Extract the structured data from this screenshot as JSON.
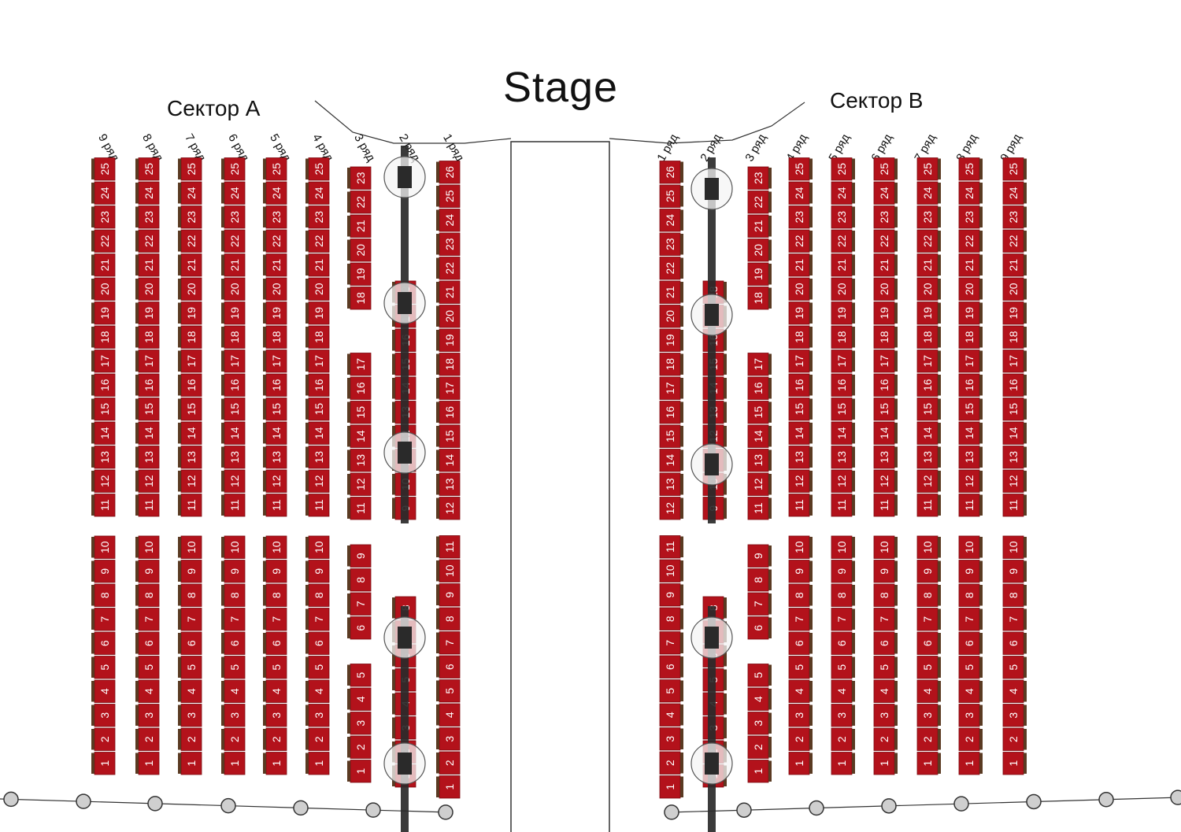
{
  "stage": {
    "label": "Stage"
  },
  "sector_a": {
    "label": "Сектор А",
    "rows": [
      {
        "label": "9 ряд",
        "upper": [
          11,
          12,
          13,
          14,
          15,
          16,
          17,
          18,
          19,
          20,
          21,
          22,
          23,
          24,
          25
        ],
        "lower": [
          1,
          2,
          3,
          4,
          5,
          6,
          7,
          8,
          9,
          10
        ]
      },
      {
        "label": "8 ряд",
        "upper": [
          11,
          12,
          13,
          14,
          15,
          16,
          17,
          18,
          19,
          20,
          21,
          22,
          23,
          24,
          25
        ],
        "lower": [
          1,
          2,
          3,
          4,
          5,
          6,
          7,
          8,
          9,
          10
        ]
      },
      {
        "label": "7 ряд",
        "upper": [
          11,
          12,
          13,
          14,
          15,
          16,
          17,
          18,
          19,
          20,
          21,
          22,
          23,
          24,
          25
        ],
        "lower": [
          1,
          2,
          3,
          4,
          5,
          6,
          7,
          8,
          9,
          10
        ]
      },
      {
        "label": "6 ряд",
        "upper": [
          11,
          12,
          13,
          14,
          15,
          16,
          17,
          18,
          19,
          20,
          21,
          22,
          23,
          24,
          25
        ],
        "lower": [
          1,
          2,
          3,
          4,
          5,
          6,
          7,
          8,
          9,
          10
        ]
      },
      {
        "label": "5 ряд",
        "upper": [
          11,
          12,
          13,
          14,
          15,
          16,
          17,
          18,
          19,
          20,
          21,
          22,
          23,
          24,
          25
        ],
        "lower": [
          1,
          2,
          3,
          4,
          5,
          6,
          7,
          8,
          9,
          10
        ]
      },
      {
        "label": "4 ряд",
        "upper": [
          11,
          12,
          13,
          14,
          15,
          16,
          17,
          18,
          19,
          20,
          21,
          22,
          23,
          24,
          25
        ],
        "lower": [
          1,
          2,
          3,
          4,
          5,
          6,
          7,
          8,
          9,
          10
        ]
      },
      {
        "label": "3 ряд",
        "upper": [
          18,
          19,
          20,
          21,
          22,
          23
        ],
        "middle": [
          11,
          12,
          13,
          14,
          15,
          16,
          17
        ],
        "lower_upper": [
          6,
          7,
          8,
          9
        ],
        "lower": [
          1,
          2,
          3,
          4,
          5
        ]
      },
      {
        "label": "2 ряд",
        "upper": [
          9,
          10,
          11,
          12,
          13,
          14,
          15,
          16,
          17,
          18
        ],
        "lower": [
          1,
          2,
          3,
          4,
          5,
          6,
          7,
          8
        ]
      },
      {
        "label": "1 ряд",
        "upper": [
          12,
          13,
          14,
          15,
          16,
          17,
          18,
          19,
          20,
          21,
          22,
          23,
          24,
          25,
          26
        ],
        "lower": [
          1,
          2,
          3,
          4,
          5,
          6,
          7,
          8,
          9,
          10,
          11
        ]
      }
    ]
  },
  "sector_b": {
    "label": "Сектор В",
    "rows": [
      {
        "label": "1 ряд",
        "upper": [
          12,
          13,
          14,
          15,
          16,
          17,
          18,
          19,
          20,
          21,
          22,
          23,
          24,
          25,
          26
        ],
        "lower": [
          1,
          2,
          3,
          4,
          5,
          6,
          7,
          8,
          9,
          10,
          11
        ]
      },
      {
        "label": "2 ряд",
        "upper": [
          9,
          10,
          11,
          12,
          13,
          14,
          15,
          16,
          17,
          18
        ],
        "lower": [
          1,
          2,
          3,
          4,
          5,
          6,
          7,
          8
        ]
      },
      {
        "label": "3 ряд",
        "upper": [
          18,
          19,
          20,
          21,
          22,
          23
        ],
        "middle": [
          11,
          12,
          13,
          14,
          15,
          16,
          17
        ],
        "lower_upper": [
          6,
          7,
          8,
          9
        ],
        "lower": [
          1,
          2,
          3,
          4,
          5
        ]
      },
      {
        "label": "4 ряд",
        "upper": [
          11,
          12,
          13,
          14,
          15,
          16,
          17,
          18,
          19,
          20,
          21,
          22,
          23,
          24,
          25
        ],
        "lower": [
          1,
          2,
          3,
          4,
          5,
          6,
          7,
          8,
          9,
          10
        ]
      },
      {
        "label": "5 ряд",
        "upper": [
          11,
          12,
          13,
          14,
          15,
          16,
          17,
          18,
          19,
          20,
          21,
          22,
          23,
          24,
          25
        ],
        "lower": [
          1,
          2,
          3,
          4,
          5,
          6,
          7,
          8,
          9,
          10
        ]
      },
      {
        "label": "6 ряд",
        "upper": [
          11,
          12,
          13,
          14,
          15,
          16,
          17,
          18,
          19,
          20,
          21,
          22,
          23,
          24,
          25
        ],
        "lower": [
          1,
          2,
          3,
          4,
          5,
          6,
          7,
          8,
          9,
          10
        ]
      },
      {
        "label": "7 ряд",
        "upper": [
          11,
          12,
          13,
          14,
          15,
          16,
          17,
          18,
          19,
          20,
          21,
          22,
          23,
          24,
          25
        ],
        "lower": [
          1,
          2,
          3,
          4,
          5,
          6,
          7,
          8,
          9,
          10
        ]
      },
      {
        "label": "8 ряд",
        "upper": [
          11,
          12,
          13,
          14,
          15,
          16,
          17,
          18,
          19,
          20,
          21,
          22,
          23,
          24,
          25
        ],
        "lower": [
          1,
          2,
          3,
          4,
          5,
          6,
          7,
          8,
          9,
          10
        ]
      },
      {
        "label": "9 ряд",
        "upper": [
          11,
          12,
          13,
          14,
          15,
          16,
          17,
          18,
          19,
          20,
          21,
          22,
          23,
          24,
          25
        ],
        "lower": [
          1,
          2,
          3,
          4,
          5,
          6,
          7,
          8,
          9,
          10
        ]
      }
    ]
  },
  "colors": {
    "seat": "#b3121b",
    "seat_back": "#5a3a22",
    "seat_text": "#ffffff",
    "equipment": "#2a2a2a",
    "line": "#333333"
  }
}
